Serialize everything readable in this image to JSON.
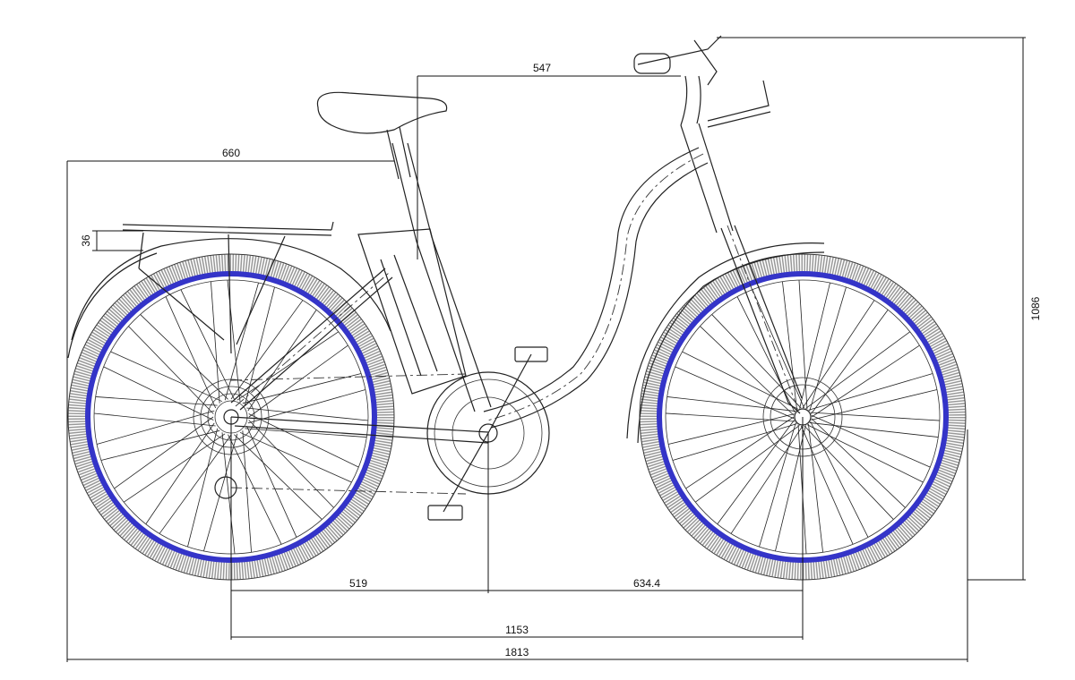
{
  "dimensions": {
    "handlebar_to_seatpost": "547",
    "rear_axle_to_seatpost_front": "660",
    "rack_height": "36",
    "overall_height": "1086",
    "rear_axle_to_bottom_bracket": "519",
    "bottom_bracket_to_front_axle": "634.4",
    "wheelbase": "1153",
    "overall_length": "1813"
  },
  "colors": {
    "rim": "#3434c8",
    "line": "#222222"
  }
}
